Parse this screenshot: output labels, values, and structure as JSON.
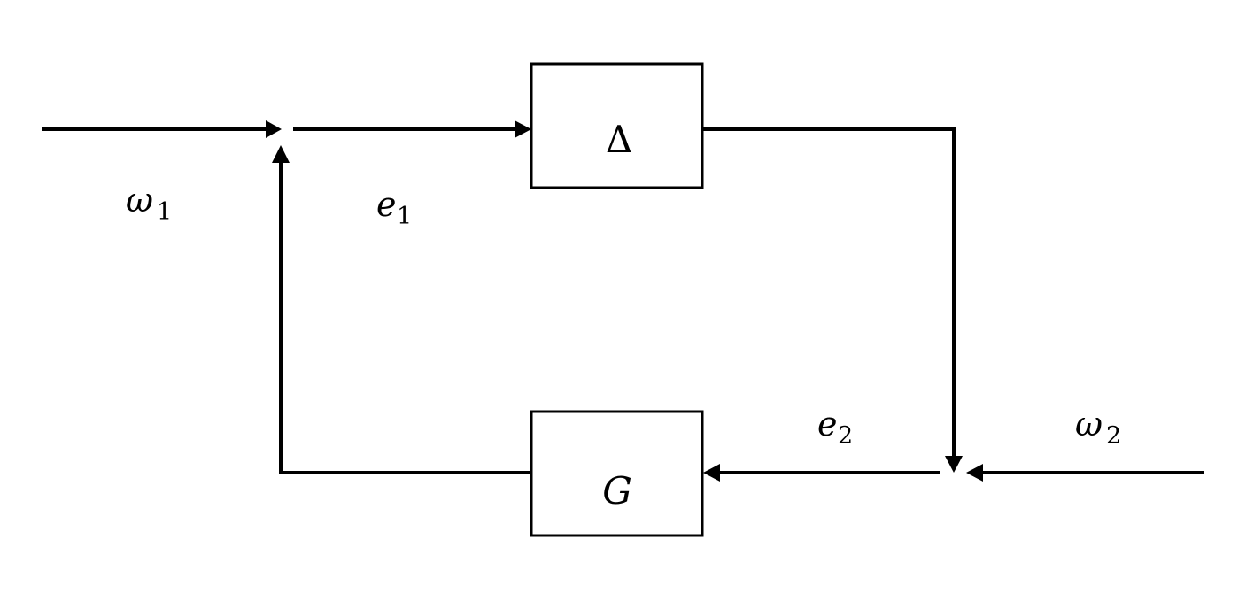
{
  "blocks": {
    "delta": {
      "label": "Δ"
    },
    "g": {
      "label": "G"
    }
  },
  "signals": {
    "omega1": {
      "symbol": "ω",
      "subscript": "1"
    },
    "e1": {
      "symbol": "e",
      "subscript": "1"
    },
    "e2": {
      "symbol": "e",
      "subscript": "2"
    },
    "omega2": {
      "symbol": "ω",
      "subscript": "2"
    }
  }
}
